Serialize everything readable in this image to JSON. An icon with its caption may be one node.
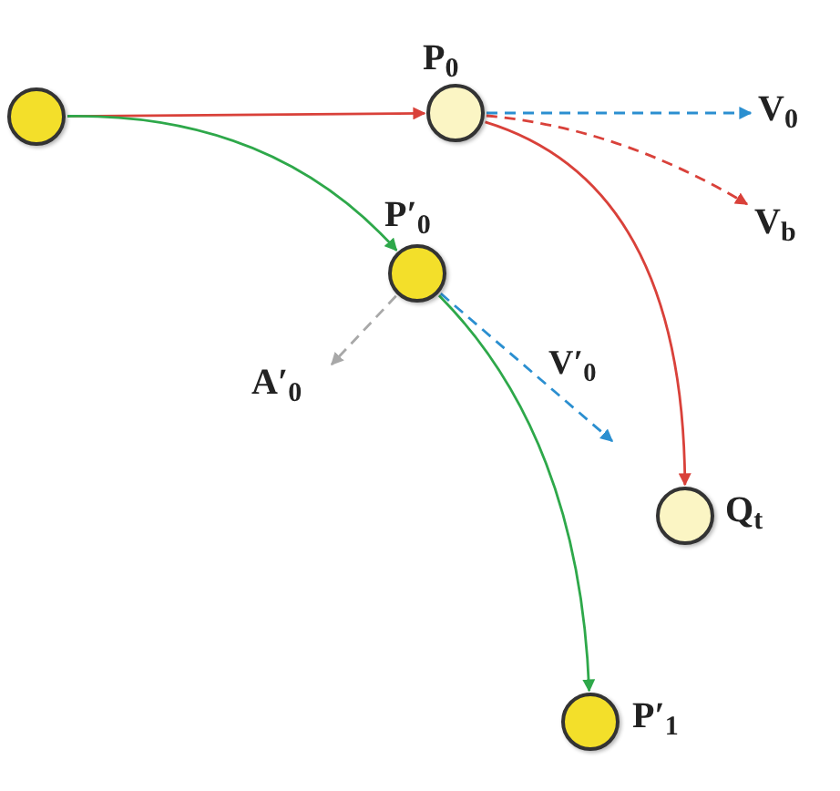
{
  "diagram": {
    "nodes": [
      {
        "text": [],
        "shape": "circle"
      },
      {
        "text": [],
        "shape": "circle",
        "beside": [
          "P$_{0}$"
        ]
      },
      {
        "text": [],
        "shape": "circle",
        "beside": [
          "P′$_{0}$"
        ]
      },
      {
        "text": [],
        "shape": "circle",
        "beside": [
          "Q$_{t}$"
        ]
      },
      {
        "text": [],
        "shape": "circle",
        "beside": [
          "P′$_{1}$"
        ]
      },
      {
        "text": [
          "V$_{0}$"
        ]
      },
      {
        "text": [
          "V$_{b}$"
        ]
      },
      {
        "text": [
          "A′$_{0}$"
        ]
      }
    ],
    "edges": [
      {
        "from": 0,
        "to": 1,
        "arrow": "to",
        "color": "#d9413a"
      },
      {
        "from": 0,
        "to": 2,
        "arrow": "to",
        "color": "#2ea84a"
      },
      {
        "from": 1,
        "to": 5,
        "arrow": "to",
        "style": "dashed",
        "color": "#2b8fd0"
      },
      {
        "from": 1,
        "to": 6,
        "arrow": "to",
        "style": "dashed",
        "color": "#d9413a"
      },
      {
        "from": 1,
        "to": 3,
        "arrow": "to",
        "color": "#d9413a"
      },
      {
        "from": 2,
        "to": null,
        "arrow": "to",
        "style": "dashed",
        "color": "#2b8fd0",
        "label": "V′$_{0}$"
      },
      {
        "from": 2,
        "to": 4,
        "arrow": "to",
        "color": "#2ea84a"
      },
      {
        "from": 2,
        "to": 7,
        "arrow": "to",
        "style": "dashed",
        "color": "#a8a8a8"
      }
    ]
  }
}
